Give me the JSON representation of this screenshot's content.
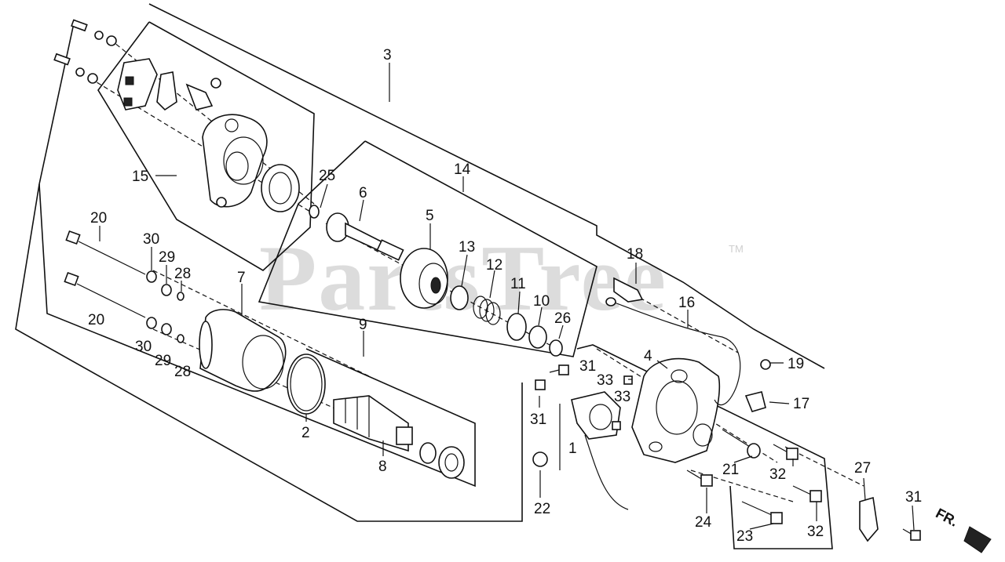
{
  "watermark": {
    "text": "PartsTree",
    "trademark": "TM"
  },
  "direction_arrow": {
    "label": "FR."
  },
  "callouts": [
    {
      "id": "c3",
      "text": "3"
    },
    {
      "id": "c14",
      "text": "14"
    },
    {
      "id": "c15",
      "text": "15"
    },
    {
      "id": "c25",
      "text": "25"
    },
    {
      "id": "c6",
      "text": "6"
    },
    {
      "id": "c5",
      "text": "5"
    },
    {
      "id": "c13",
      "text": "13"
    },
    {
      "id": "c12",
      "text": "12"
    },
    {
      "id": "c11",
      "text": "11"
    },
    {
      "id": "c10",
      "text": "10"
    },
    {
      "id": "c26",
      "text": "26"
    },
    {
      "id": "c18",
      "text": "18"
    },
    {
      "id": "c16",
      "text": "16"
    },
    {
      "id": "c20a",
      "text": "20"
    },
    {
      "id": "c30a",
      "text": "30"
    },
    {
      "id": "c29a",
      "text": "29"
    },
    {
      "id": "c28a",
      "text": "28"
    },
    {
      "id": "c20b",
      "text": "20"
    },
    {
      "id": "c30b",
      "text": "30"
    },
    {
      "id": "c29b",
      "text": "29"
    },
    {
      "id": "c28b",
      "text": "28"
    },
    {
      "id": "c7",
      "text": "7"
    },
    {
      "id": "c9",
      "text": "9"
    },
    {
      "id": "c2",
      "text": "2"
    },
    {
      "id": "c8",
      "text": "8"
    },
    {
      "id": "c4",
      "text": "4"
    },
    {
      "id": "c31a",
      "text": "31"
    },
    {
      "id": "c33a",
      "text": "33"
    },
    {
      "id": "c33b",
      "text": "33"
    },
    {
      "id": "c31b",
      "text": "31"
    },
    {
      "id": "c1",
      "text": "1"
    },
    {
      "id": "c22",
      "text": "22"
    },
    {
      "id": "c19",
      "text": "19"
    },
    {
      "id": "c17",
      "text": "17"
    },
    {
      "id": "c21",
      "text": "21"
    },
    {
      "id": "c32a",
      "text": "32"
    },
    {
      "id": "c24",
      "text": "24"
    },
    {
      "id": "c27",
      "text": "27"
    },
    {
      "id": "c31c",
      "text": "31"
    },
    {
      "id": "c32b",
      "text": "32"
    },
    {
      "id": "c23",
      "text": "23"
    }
  ]
}
